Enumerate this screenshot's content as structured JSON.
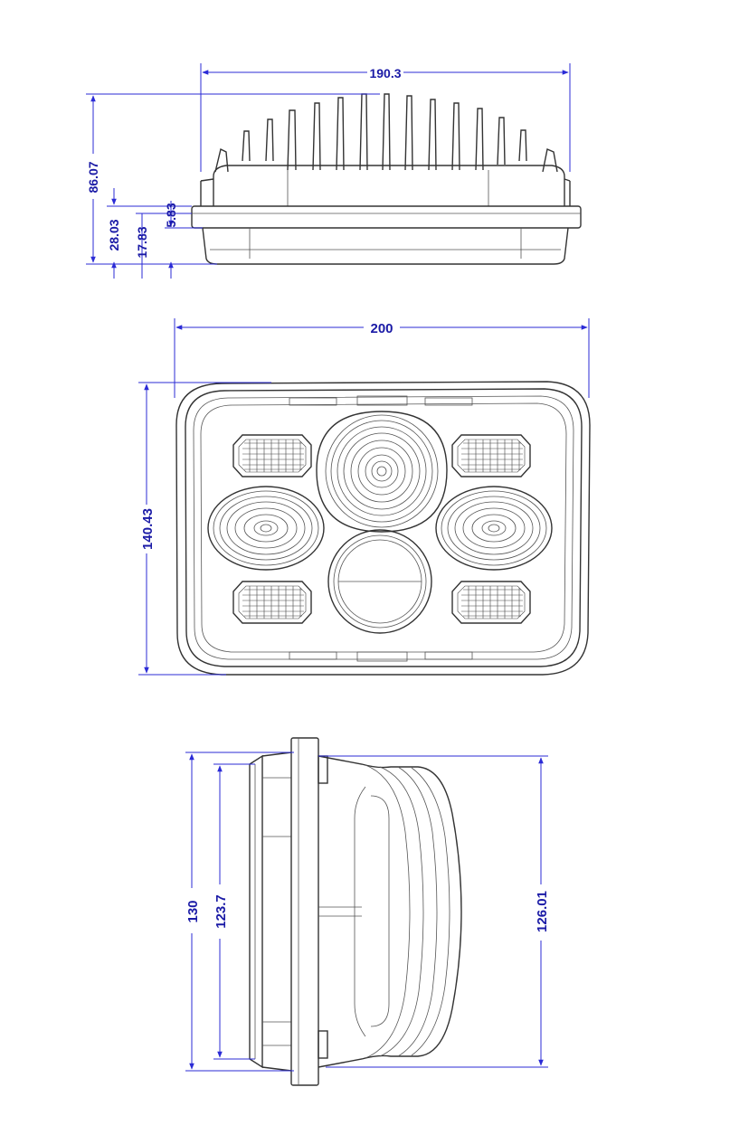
{
  "dimensions": {
    "top_width": "190.3",
    "top_height": "86.07",
    "top_h1": "28.03",
    "top_h2": "17.83",
    "top_h3": "5.83",
    "front_width": "200",
    "front_height": "140.43",
    "side_h1": "130",
    "side_h2": "123.7",
    "side_h3": "126.01"
  },
  "colors": {
    "dimension": "#1a1aa6",
    "line": "#333333"
  }
}
